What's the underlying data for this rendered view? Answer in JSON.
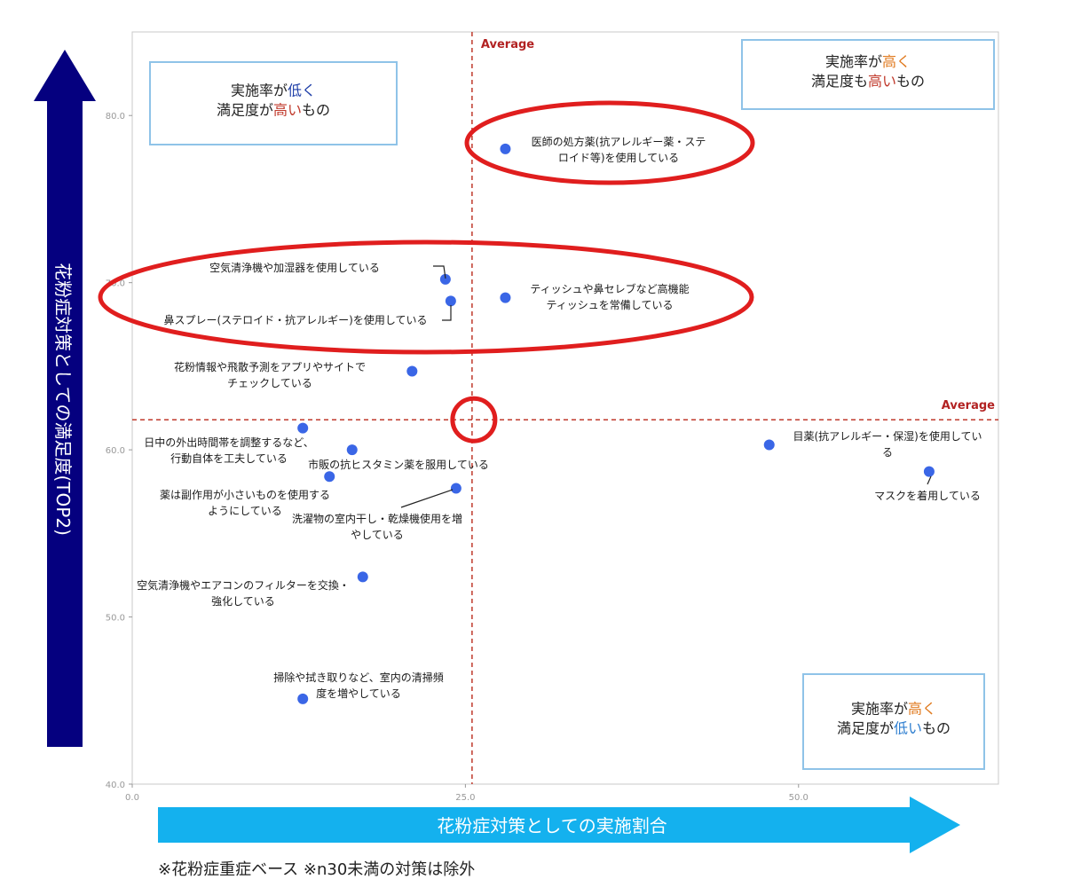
{
  "colors": {
    "point": "#3a66e6",
    "average_line": "#c0392b",
    "highlight": "#e01e1e",
    "box_border": "#8fc3e8",
    "y_arrow": "#05007f",
    "x_arrow": "#14b1ee",
    "low_word": "#1f3fa8",
    "high_word": "#c0392b",
    "high_word_orange": "#e07a1f",
    "low_word_blue": "#2f7fd0"
  },
  "chart_data": {
    "type": "scatter",
    "xlabel": "花粉症対策としての実施割合",
    "ylabel": "花粉症対策としての満足度(TOP2)",
    "xlim": [
      0,
      65
    ],
    "ylim": [
      40,
      85
    ],
    "x_ticks": [
      "0.0",
      "25.0",
      "50.0"
    ],
    "y_ticks": [
      "40.0",
      "50.0",
      "60.0",
      "70.0",
      "80.0"
    ],
    "average": {
      "x": 25.5,
      "y": 61.8,
      "label": "Average"
    },
    "points": [
      {
        "x": 28.0,
        "y": 78.0,
        "label": [
          "医師の処方薬(抗アレルギー薬・ステ",
          "ロイド等)を使用している"
        ]
      },
      {
        "x": 23.5,
        "y": 70.2,
        "label": [
          "空気清浄機や加湿器を使用している"
        ]
      },
      {
        "x": 23.9,
        "y": 68.9,
        "label": [
          "鼻スプレー(ステロイド・抗アレルギー)を使用している"
        ]
      },
      {
        "x": 28.0,
        "y": 69.1,
        "label": [
          "ティッシュや鼻セレブなど高機能",
          "ティッシュを常備している"
        ]
      },
      {
        "x": 21.0,
        "y": 64.7,
        "label": [
          "花粉情報や飛散予測をアプリやサイトで",
          "チェックしている"
        ]
      },
      {
        "x": 12.8,
        "y": 61.3,
        "label": [
          "日中の外出時間帯を調整するなど、",
          "行動自体を工夫している"
        ]
      },
      {
        "x": 16.5,
        "y": 60.0,
        "label": [
          "市販の抗ヒスタミン薬を服用している"
        ]
      },
      {
        "x": 14.8,
        "y": 58.4,
        "label": [
          "薬は副作用が小さいものを使用する",
          "ようにしている"
        ]
      },
      {
        "x": 24.3,
        "y": 57.7,
        "label": [
          "洗濯物の室内干し・乾燥機使用を増",
          "やしている"
        ]
      },
      {
        "x": 47.8,
        "y": 60.3,
        "label": [
          "目薬(抗アレルギー・保湿)を使用してい",
          "る"
        ]
      },
      {
        "x": 59.8,
        "y": 58.7,
        "label": [
          "マスクを着用している"
        ]
      },
      {
        "x": 17.3,
        "y": 52.4,
        "label": [
          "空気清浄機やエアコンのフィルターを交換・",
          "強化している"
        ]
      },
      {
        "x": 12.8,
        "y": 45.1,
        "label": [
          "掃除や拭き取りなど、室内の清掃頻",
          "度を増やしている"
        ]
      }
    ],
    "quadrants": {
      "top_left": [
        [
          {
            "t": "実施率が",
            "c": "normal"
          },
          {
            "t": "低く",
            "c": "low"
          }
        ],
        [
          {
            "t": "満足度が",
            "c": "normal"
          },
          {
            "t": "高い",
            "c": "high"
          },
          {
            "t": "もの",
            "c": "normal"
          }
        ]
      ],
      "top_right": [
        [
          {
            "t": "実施率が",
            "c": "normal"
          },
          {
            "t": "高く",
            "c": "orange"
          }
        ],
        [
          {
            "t": "満足度も",
            "c": "normal"
          },
          {
            "t": "高い",
            "c": "high"
          },
          {
            "t": "もの",
            "c": "normal"
          }
        ]
      ],
      "bottom_right": [
        [
          {
            "t": "実施率が",
            "c": "normal"
          },
          {
            "t": "高く",
            "c": "orange"
          }
        ],
        [
          {
            "t": "満足度が",
            "c": "normal"
          },
          {
            "t": "低い",
            "c": "blue"
          },
          {
            "t": "もの",
            "c": "normal"
          }
        ]
      ]
    }
  },
  "footnote": "※花粉症重症ベース ※n30未満の対策は除外"
}
